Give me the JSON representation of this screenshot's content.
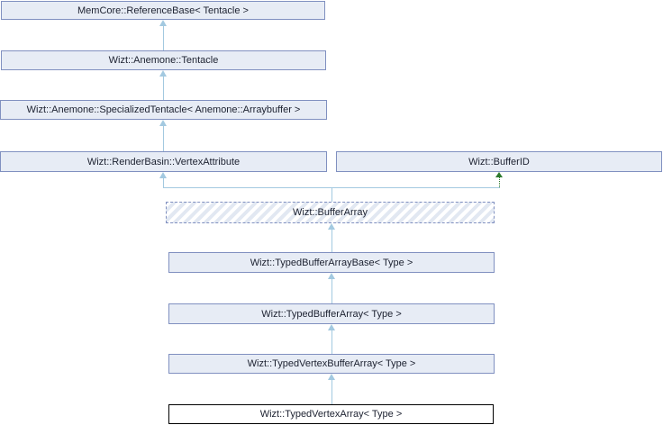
{
  "diagram": {
    "type": "class-inheritance-graph",
    "background": "#FFFFFF",
    "colors": {
      "node_fill": "#E7ECF5",
      "node_border": "#8090C0",
      "node_text": "#1C2130",
      "public_inheritance_arrow": "#A3C9E0",
      "protected_inheritance_arrow": "#2D7A2D",
      "current_node_border": "#000000",
      "current_node_fill": "#FFFFFF",
      "hatch_stripe": "#E2E8F2"
    },
    "nodes": {
      "reference_base": {
        "label": "MemCore::ReferenceBase< Tentacle >"
      },
      "tentacle": {
        "label": "Wizt::Anemone::Tentacle"
      },
      "specialized_tentacle": {
        "label": "Wizt::Anemone::SpecializedTentacle< Anemone::Arraybuffer >"
      },
      "vertex_attribute": {
        "label": "Wizt::RenderBasin::VertexAttribute"
      },
      "buffer_id": {
        "label": "Wizt::BufferID"
      },
      "buffer_array": {
        "label": "Wizt::BufferArray"
      },
      "typed_buffer_array_base": {
        "label": "Wizt::TypedBufferArrayBase< Type >"
      },
      "typed_buffer_array": {
        "label": "Wizt::TypedBufferArray< Type >"
      },
      "typed_vertex_buffer_array": {
        "label": "Wizt::TypedVertexBufferArray< Type >"
      },
      "typed_vertex_array": {
        "label": "Wizt::TypedVertexArray< Type >"
      }
    },
    "edges": [
      {
        "from": "Wizt::Anemone::Tentacle",
        "to": "MemCore::ReferenceBase< Tentacle >",
        "style": "public-inheritance"
      },
      {
        "from": "Wizt::Anemone::SpecializedTentacle< Anemone::Arraybuffer >",
        "to": "Wizt::Anemone::Tentacle",
        "style": "public-inheritance"
      },
      {
        "from": "Wizt::RenderBasin::VertexAttribute",
        "to": "Wizt::Anemone::SpecializedTentacle< Anemone::Arraybuffer >",
        "style": "public-inheritance"
      },
      {
        "from": "Wizt::BufferArray",
        "to": "Wizt::RenderBasin::VertexAttribute",
        "style": "public-inheritance"
      },
      {
        "from": "Wizt::BufferArray",
        "to": "Wizt::BufferID",
        "style": "protected-inheritance"
      },
      {
        "from": "Wizt::TypedBufferArrayBase< Type >",
        "to": "Wizt::BufferArray",
        "style": "public-inheritance"
      },
      {
        "from": "Wizt::TypedBufferArray< Type >",
        "to": "Wizt::TypedBufferArrayBase< Type >",
        "style": "public-inheritance"
      },
      {
        "from": "Wizt::TypedVertexBufferArray< Type >",
        "to": "Wizt::TypedBufferArray< Type >",
        "style": "public-inheritance"
      },
      {
        "from": "Wizt::TypedVertexArray< Type >",
        "to": "Wizt::TypedVertexBufferArray< Type >",
        "style": "public-inheritance"
      }
    ]
  }
}
